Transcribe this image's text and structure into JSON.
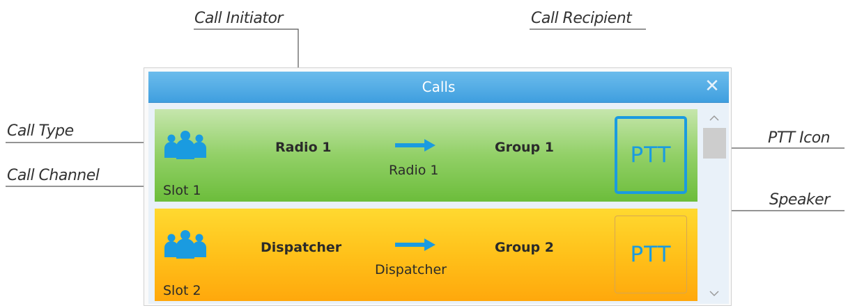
{
  "callouts": {
    "call_initiator": "Call Initiator",
    "call_recipient": "Call Recipient",
    "call_type": "Call Type",
    "call_channel": "Call Channel",
    "ptt_icon": "PTT Icon",
    "speaker": "Speaker"
  },
  "window": {
    "title": "Calls",
    "close_glyph": "✕"
  },
  "calls": [
    {
      "status_color": "#7ac943",
      "type_icon": "group-icon",
      "channel": "Slot 1",
      "initiator": "Radio 1",
      "recipient": "Group 1",
      "speaker": "Radio 1",
      "ptt": "PTT",
      "ptt_active": true
    },
    {
      "status_color": "#ffb515",
      "type_icon": "group-icon",
      "channel": "Slot 2",
      "initiator": "Dispatcher",
      "recipient": "Group 2",
      "speaker": "Dispatcher",
      "ptt": "PTT",
      "ptt_active": false
    }
  ],
  "colors": {
    "accent_blue": "#1a9be0",
    "titlebar": "#4aa8e4"
  }
}
